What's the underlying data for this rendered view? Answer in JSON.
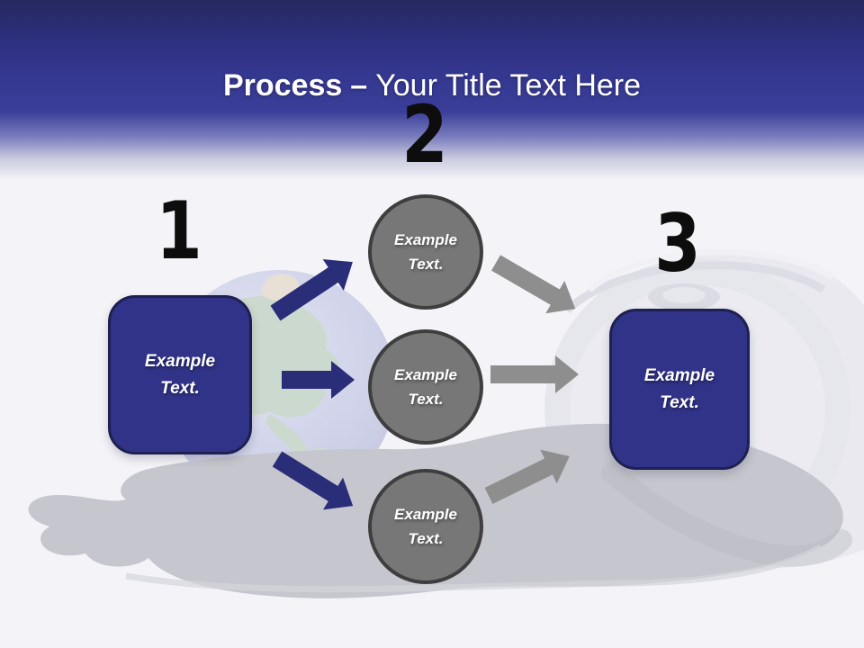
{
  "title": {
    "emphasis": "Process",
    "separator": "–",
    "rest": "Your Title Text Here"
  },
  "numbers": {
    "step1": "1",
    "step2": "2",
    "step3": "3"
  },
  "left_box": {
    "line1": "Example",
    "line2": "Text."
  },
  "right_box": {
    "line1": "Example",
    "line2": "Text."
  },
  "circles": [
    {
      "line1": "Example",
      "line2": "Text."
    },
    {
      "line1": "Example",
      "line2": "Text."
    },
    {
      "line1": "Example",
      "line2": "Text."
    }
  ],
  "background": {
    "images": [
      "earth-globe",
      "oil-barrel",
      "oil-spill"
    ]
  },
  "colors": {
    "header_top": "#25285e",
    "header_blue": "#3b3e99",
    "canvas": "#f4f4f8",
    "navy_box": "#313389",
    "navy_box_border": "#1d2050",
    "circle_fill": "#777777",
    "circle_border": "#3e3e3e",
    "arrow_blue": "#2a2d78",
    "arrow_gray": "#8e8e8e",
    "spill_gray": "#c6c7ce",
    "number_black": "#0d0d0d",
    "text_white": "#ffffff"
  }
}
